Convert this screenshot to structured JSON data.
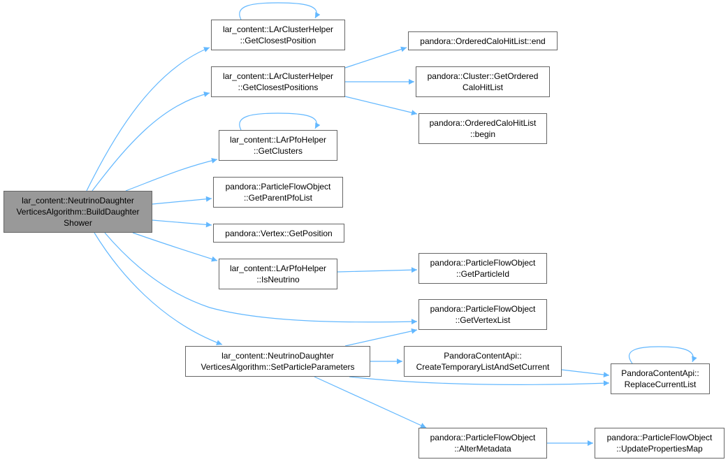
{
  "graph": {
    "nodes": {
      "root": [
        "lar_content::NeutrinoDaughter",
        "VerticesAlgorithm::BuildDaughter",
        "Shower"
      ],
      "closest_position": [
        "lar_content::LArClusterHelper",
        "::GetClosestPosition"
      ],
      "closest_positions": [
        "lar_content::LArClusterHelper",
        "::GetClosestPositions"
      ],
      "get_clusters": [
        "lar_content::LArPfoHelper",
        "::GetClusters"
      ],
      "parent_pfo_list": [
        "pandora::ParticleFlowObject",
        "::GetParentPfoList"
      ],
      "vertex_position": [
        "pandora::Vertex::GetPosition"
      ],
      "is_neutrino": [
        "lar_content::LArPfoHelper",
        "::IsNeutrino"
      ],
      "set_particle_params": [
        "lar_content::NeutrinoDaughter",
        "VerticesAlgorithm::SetParticleParameters"
      ],
      "calo_end": [
        "pandora::OrderedCaloHitList::end"
      ],
      "ordered_calo_hit_list": [
        "pandora::Cluster::GetOrdered",
        "CaloHitList"
      ],
      "calo_begin": [
        "pandora::OrderedCaloHitList",
        "::begin"
      ],
      "particle_id": [
        "pandora::ParticleFlowObject",
        "::GetParticleId"
      ],
      "vertex_list": [
        "pandora::ParticleFlowObject",
        "::GetVertexList"
      ],
      "create_temp_list": [
        "PandoraContentApi::",
        "CreateTemporaryListAndSetCurrent"
      ],
      "alter_metadata": [
        "pandora::ParticleFlowObject",
        "::AlterMetadata"
      ],
      "replace_current_list": [
        "PandoraContentApi::",
        "ReplaceCurrentList"
      ],
      "update_properties_map": [
        "pandora::ParticleFlowObject",
        "::UpdatePropertiesMap"
      ]
    },
    "edges": [
      [
        "root",
        "closest_position"
      ],
      [
        "root",
        "closest_positions"
      ],
      [
        "root",
        "get_clusters"
      ],
      [
        "root",
        "parent_pfo_list"
      ],
      [
        "root",
        "vertex_position"
      ],
      [
        "root",
        "is_neutrino"
      ],
      [
        "root",
        "vertex_list"
      ],
      [
        "root",
        "set_particle_params"
      ],
      [
        "closest_position",
        "closest_position"
      ],
      [
        "closest_positions",
        "calo_end"
      ],
      [
        "closest_positions",
        "ordered_calo_hit_list"
      ],
      [
        "closest_positions",
        "calo_begin"
      ],
      [
        "get_clusters",
        "get_clusters"
      ],
      [
        "is_neutrino",
        "particle_id"
      ],
      [
        "set_particle_params",
        "vertex_list"
      ],
      [
        "set_particle_params",
        "create_temp_list"
      ],
      [
        "set_particle_params",
        "replace_current_list"
      ],
      [
        "set_particle_params",
        "alter_metadata"
      ],
      [
        "create_temp_list",
        "replace_current_list"
      ],
      [
        "replace_current_list",
        "replace_current_list"
      ],
      [
        "alter_metadata",
        "update_properties_map"
      ]
    ],
    "colors": {
      "edge": "#63b8ff",
      "node_border": "#666666",
      "root_fill": "#999999"
    }
  }
}
